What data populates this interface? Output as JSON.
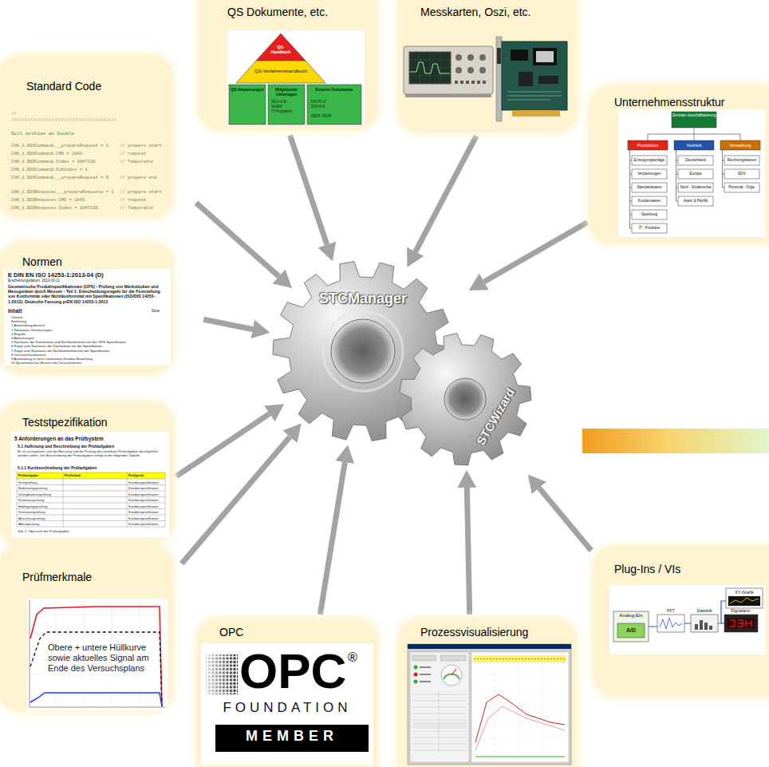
{
  "diagram": {
    "nodes": [
      {
        "text": [
          "QS Dokumente, etc."
        ]
      },
      {
        "text": [
          "Messkarten, Oszi, etc."
        ]
      },
      {
        "text": [
          "Standard Code"
        ]
      },
      {
        "text": [
          "Unternehmensstruktur"
        ]
      },
      {
        "text": [
          "Normen"
        ]
      },
      {
        "text": [
          "STCManager"
        ]
      },
      {
        "text": [
          "STCWizard"
        ]
      },
      {
        "text": [
          "Teststpezifikation"
        ]
      },
      {
        "text": [
          "Prüfmerkmale"
        ]
      },
      {
        "text": [
          "Plug-Ins / VIs"
        ]
      },
      {
        "text": [
          "OPC"
        ]
      },
      {
        "text": [
          "Prozessvisualisierung"
        ]
      }
    ],
    "edges": [
      {
        "from": 0,
        "to": 5,
        "arrow": "to"
      },
      {
        "from": 1,
        "to": 5,
        "arrow": "to"
      },
      {
        "from": 2,
        "to": 5,
        "arrow": "to"
      },
      {
        "from": 3,
        "to": 5,
        "arrow": "to"
      },
      {
        "from": 4,
        "to": 5,
        "arrow": "to"
      },
      {
        "from": 7,
        "to": 5,
        "arrow": "to"
      },
      {
        "from": 8,
        "to": 5,
        "arrow": "to"
      },
      {
        "from": 9,
        "to": 6,
        "arrow": "to"
      },
      {
        "from": 10,
        "to": 5,
        "arrow": "to"
      },
      {
        "from": 11,
        "to": 6,
        "arrow": "to"
      }
    ],
    "labels": [
      "//",
      "////////////////////////////////////////",
      "Soll archive de Double",
      "CAN_1.SDOCommand.__prepareRequest = 1",
      "// prepare start",
      "CAN_1.SDOCommand.CMD = 1843",
      "// request",
      "CAN_1.SDOCommand.Index = 16#7130",
      "// Temperatur",
      "CAN_1.SDOCommand.Subindex = 1",
      "CAN_1.SDOCommand.__prepareRequest = 0",
      "// prepare end",
      "CAN_1.SDOResponse.__prepareResponse = 1",
      "// prepare start",
      "CAN_1.SDOResponse.CMD = 1843",
      "// request",
      "CAN_1.SDOResponse.Index = 16#7130",
      "// Temperatur",
      "E DIN EN ISO 14253-1:2013-04 (D)",
      "Erscheinungsdatum: 2013-03-11",
      "Geometrische Produktspezifikationen (GPS) - Prüfung von Werkstücken und Messgeräten durch Messen - Teil 1: Entscheidungsregeln für die Feststellung von Konformität oder Nichtkonformität mit Spezifikationen (ISO/DIS 14253-1:2013); Deutsche Fassung prEN ISO 14253-1:2013",
      "Inhalt",
      "Seite",
      "Vorwort",
      "Einleitung",
      "1 Anwendungsbereich",
      "2 Normative Verweisungen",
      "3 Begriffe",
      "4 Abkürzungen",
      "5 Nachweis der Konformität und Nichtkonformität mit der GPS-Spezifikation",
      "6 Regel zum Nachweis der Konformität mit der Spezifikation",
      "7 Regel zum Nachweis der Nichtkonformität mit der Spezifikation",
      "8 Unsicherheitsbereich",
      "9 Anwendung in einer Lieferanten-Kunden-Beziehung",
      "10 Systematischer Bereich der Unsicherheiten",
      "5 Anforderungen an das Prüfsystem",
      "5.1 Auflistung und Beschreibung der Prüfaufgaben",
      "Es ist zu ergänzen, wie die Messung und die Prüfung der einzelnen Prüfaufgaben durchgeführt werden sollen. Die Beschreibung der Prüfaufgaben erfolgt in der folgenden Tabelle.",
      "5.1.1 Kurzbeschreibung der Prüfaufgaben",
      "Prüfaufgabe",
      "Prüfinhalt",
      "Prüfgerät",
      "Sichtprüfung",
      "Bedienungsprüfung",
      "Verfügbarkeitsprüfung",
      "Funktionsprüfung",
      "Bedingungsprüfung",
      "Grenzwertprüfung",
      "Anschlussprüfung",
      "Ablaufprüfung",
      "Kundenspezifikation",
      "Kundenspezifikation",
      "Kundenspezifikation",
      "Kundenspezifikation",
      "Kundenspezifikation",
      "Kundenspezifikation",
      "Kundenspezifikation",
      "Kundenspezifikation",
      "Tab. 1: Übersicht der Prüfaufgaben",
      "Obere + untere Hüllkurve sowie aktuelles Signal am Ende des Versuchsplans",
      "OPC",
      "®",
      "FOUNDATION",
      "MEMBER",
      "XY-Grafik",
      "Analog-Ein",
      "A/D",
      "FFT",
      "Statistik",
      "Digitalanz.",
      "Zentrale Geschäftsleitung",
      "Produktion",
      "Vertrieb",
      "Verwaltung",
      "Erzeugungsanlage",
      "Verpackungen",
      "Standardwaren",
      "Kundenwaren",
      "Spielzeug",
      "IT - Produkte",
      "Deutschland",
      "Europa",
      "Nord - Südamerika",
      "Asien & Pazifik",
      "Rechnungswesen",
      "EDV",
      "Personal - Orga.",
      "QS-Handbuch",
      "QS-Verfahrenshandbuch",
      "QS-Anweisungen",
      "Mitgeltende Unterlagen",
      "Externe Dokumente",
      "SOU-V-M",
      "VerBM",
      "IT-Programm",
      "DIN-PI-G",
      "DIN-M-E",
      "DEPF, PEPF"
    ]
  }
}
